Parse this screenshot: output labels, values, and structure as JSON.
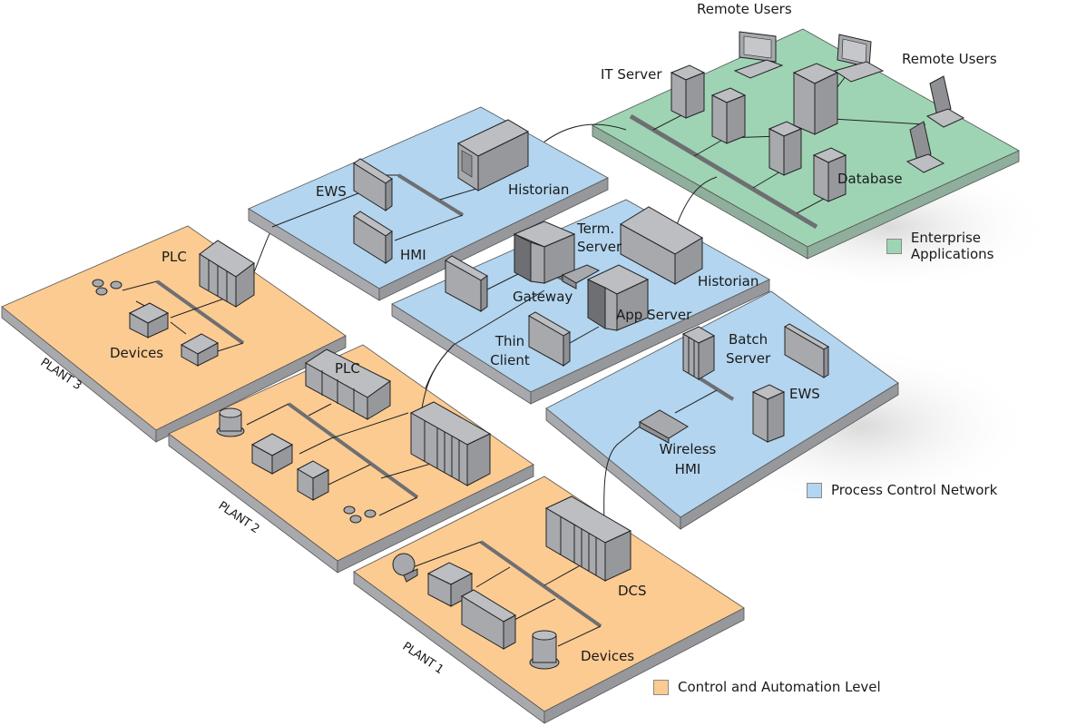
{
  "colors": {
    "enterprise": "#9ed4b4",
    "process": "#b3d5ef",
    "control": "#fccb92",
    "device": "#a8a9ad",
    "bus": "#6e6f72"
  },
  "enterprise": {
    "labels": {
      "remote_users_top": "Remote Users",
      "remote_users_right": "Remote Users",
      "it_server": "IT Server",
      "database": "Database"
    }
  },
  "pcn_upper": {
    "labels": {
      "ews": "EWS",
      "hmi": "HMI",
      "historian": "Historian"
    }
  },
  "pcn_middle": {
    "labels": {
      "term_server_1": "Term.",
      "term_server_2": "Server",
      "historian": "Historian",
      "gateway": "Gateway",
      "app_server": "App Server",
      "thin_client_1": "Thin",
      "thin_client_2": "Client"
    }
  },
  "pcn_lower": {
    "labels": {
      "batch_server_1": "Batch",
      "batch_server_2": "Server",
      "ews": "EWS",
      "wireless_hmi_1": "Wireless",
      "wireless_hmi_2": "HMI"
    }
  },
  "plants": [
    {
      "name": "PLANT 3",
      "labels": {
        "plc": "PLC",
        "devices": "Devices"
      }
    },
    {
      "name": "PLANT 2",
      "labels": {
        "plc": "PLC"
      }
    },
    {
      "name": "PLANT 1",
      "labels": {
        "dcs": "DCS",
        "devices": "Devices"
      }
    }
  ],
  "legend": [
    {
      "label": "Enterprise Applications",
      "color": "#9ed4b4"
    },
    {
      "label": "Process Control Network",
      "color": "#b3d5ef"
    },
    {
      "label": "Control and Automation Level",
      "color": "#fccb92"
    }
  ]
}
